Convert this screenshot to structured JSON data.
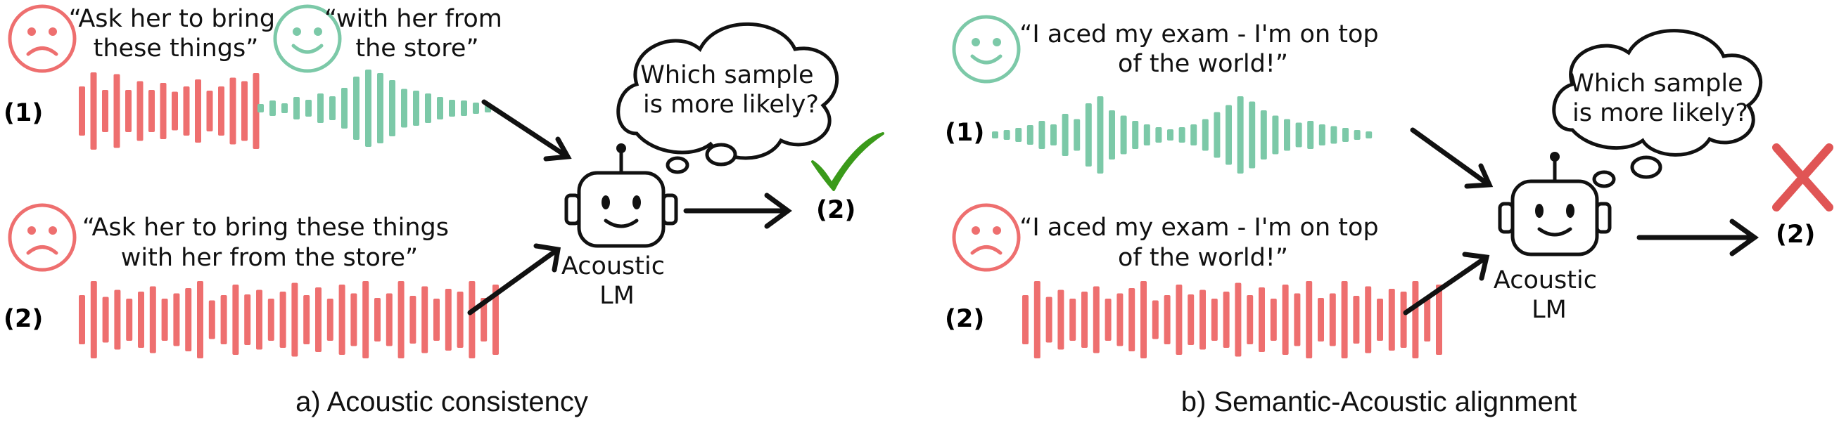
{
  "panel_a": {
    "caption": "a) Acoustic consistency",
    "sample1": {
      "number": "(1)",
      "quote_a": [
        "“Ask her to bring",
        "these things”"
      ],
      "quote_b": [
        "“with her from",
        "the store”"
      ]
    },
    "sample2": {
      "number": "(2)",
      "quote": [
        "“Ask her to bring these things",
        "with her from the store”"
      ]
    },
    "bubble": [
      "Which sample",
      "is more likely?"
    ],
    "model": [
      "Acoustic",
      "LM"
    ],
    "answer": "(2)",
    "verdict_icon": "checkmark-icon"
  },
  "panel_b": {
    "caption": "b) Semantic-Acoustic alignment",
    "sample1": {
      "number": "(1)",
      "quote": [
        "“I aced my exam - I'm on top",
        "of the world!”"
      ]
    },
    "sample2": {
      "number": "(2)",
      "quote": [
        "“I aced my exam - I'm on top",
        "of the world!”"
      ]
    },
    "bubble": [
      "Which sample",
      "is more likely?"
    ],
    "model": [
      "Acoustic",
      "LM"
    ],
    "answer": "(2)",
    "verdict_icon": "cross-icon"
  },
  "colors": {
    "sad": "#ee6f6f",
    "happy": "#7cc9a8",
    "check": "#3a9a1a",
    "cross": "#e05555"
  },
  "icons": [
    "sad-face-icon",
    "happy-face-icon",
    "robot-icon",
    "thought-bubble-icon",
    "arrow-icon",
    "waveform-icon"
  ]
}
